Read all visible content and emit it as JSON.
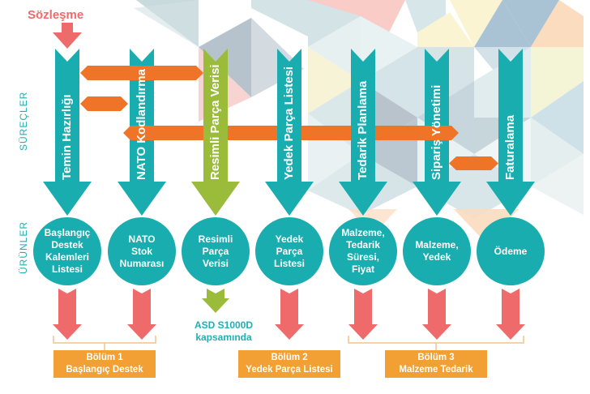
{
  "colors": {
    "process_arrow": "#19adb0",
    "highlight_arrow": "#9bbb3b",
    "orange_connector": "#f07427",
    "red_arrow": "#ef6b6b",
    "section_box": "#f2a033",
    "bracket": "#f5c48a",
    "label_teal": "#1fb0b4"
  },
  "start_label": "Sözleşme",
  "side_labels": {
    "processes": "SÜREÇLER",
    "products": "ÜRÜNLER"
  },
  "processes": [
    {
      "label": "Temin Hazırlığı",
      "color": "teal"
    },
    {
      "label": "NATO Kodlandırma",
      "color": "teal"
    },
    {
      "label": "Resimli Parça Verisi",
      "color": "green"
    },
    {
      "label": "Yedek Parça Listesi",
      "color": "teal"
    },
    {
      "label": "Tedarik Planlama",
      "color": "teal"
    },
    {
      "label": "Sipariş Yönetimi",
      "color": "teal"
    },
    {
      "label": "Faturalama",
      "color": "teal"
    }
  ],
  "products": [
    {
      "lines": [
        "Başlangıç",
        "Destek",
        "Kalemleri",
        "Listesi"
      ]
    },
    {
      "lines": [
        "NATO",
        "Stok",
        "Numarası"
      ]
    },
    {
      "lines": [
        "Resimli",
        "Parça",
        "Verisi"
      ]
    },
    {
      "lines": [
        "Yedek",
        "Parça",
        "Listesi"
      ]
    },
    {
      "lines": [
        "Malzeme,",
        "Tedarik",
        "Süresi,",
        "Fiyat"
      ]
    },
    {
      "lines": [
        "Malzeme,",
        "Yedek"
      ]
    },
    {
      "lines": [
        "Ödeme"
      ]
    }
  ],
  "note": {
    "lines": [
      "ASD S1000D",
      "kapsamında"
    ]
  },
  "sections": [
    {
      "title": "Bölüm 1",
      "subtitle": "Başlangıç Destek"
    },
    {
      "title": "Bölüm 2",
      "subtitle": "Yedek Parça Listesi"
    },
    {
      "title": "Bölüm 3",
      "subtitle": "Malzeme Tedarik"
    }
  ]
}
